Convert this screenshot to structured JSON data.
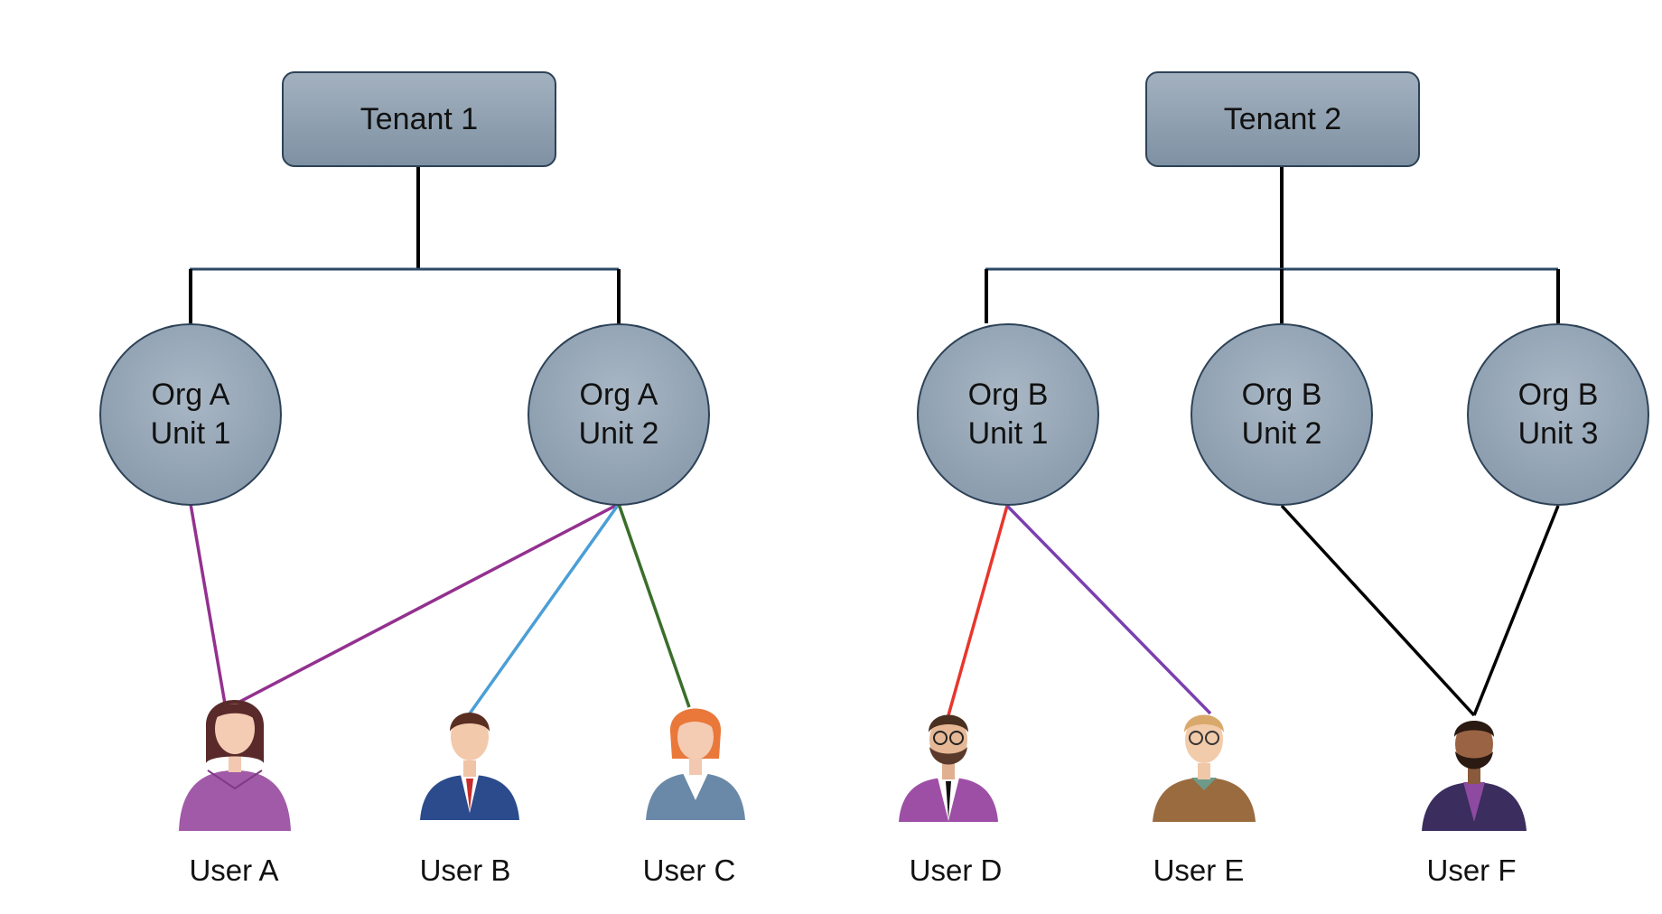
{
  "tenants": [
    {
      "label": "Tenant 1"
    },
    {
      "label": "Tenant 2"
    }
  ],
  "orgs": [
    {
      "line1": "Org A",
      "line2": "Unit 1"
    },
    {
      "line1": "Org A",
      "line2": "Unit 2"
    },
    {
      "line1": "Org B",
      "line2": "Unit 1"
    },
    {
      "line1": "Org B",
      "line2": "Unit 2"
    },
    {
      "line1": "Org B",
      "line2": "Unit 3"
    }
  ],
  "users": [
    {
      "label": "User A"
    },
    {
      "label": "User B"
    },
    {
      "label": "User C"
    },
    {
      "label": "User D"
    },
    {
      "label": "User E"
    },
    {
      "label": "User F"
    }
  ],
  "colors": {
    "tenant_fill": "#8fa0b1",
    "org_fill": "#8fa0b2",
    "tree_line": "#000000",
    "bar_line": "#2d4a66",
    "link_purple": "#93318f",
    "link_blue": "#4a9fd6",
    "link_green": "#3a6e2a",
    "link_red": "#e8362c",
    "link_violet": "#7a3fb0",
    "link_black": "#000000"
  }
}
